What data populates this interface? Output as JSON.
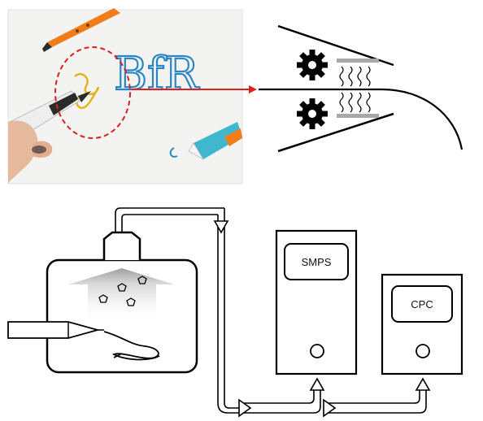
{
  "photo": {
    "handwriting": "BfR",
    "colors": {
      "background": "#f3f3f1",
      "pen_orange": "#f07d1a",
      "pen_teal": "#3fb7cf",
      "ink_blue": "#2a86c4",
      "ink_yellow": "#e8b21a",
      "highlight_circle": "#d9201e"
    }
  },
  "arrow_color": "#e0201c",
  "instruments": {
    "smps_label": "SMPS",
    "cpc_label": "CPC"
  },
  "colors": {
    "line": "#000000",
    "hood_fill": "#bdbdbd",
    "filter_fill": "#a8a8a8"
  }
}
